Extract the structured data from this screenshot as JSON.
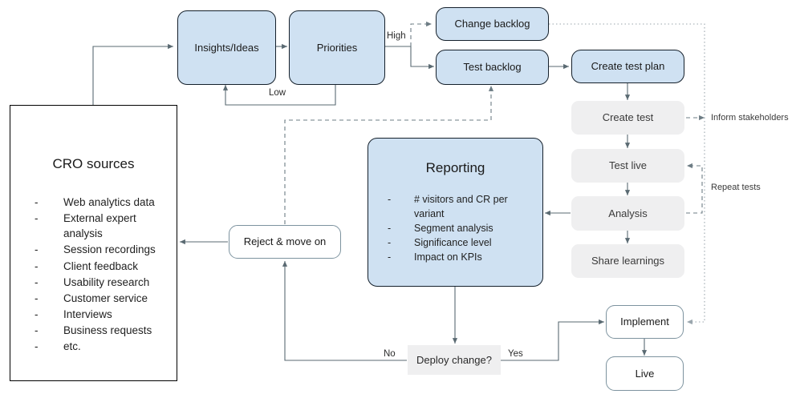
{
  "diagram": {
    "title": "CRO / experimentation process flow",
    "colors": {
      "blue_fill": "#cfe1f2",
      "blue_stroke": "#15202b",
      "gray_fill": "#efeff0",
      "white_fill": "#ffffff",
      "white_round_stroke": "#7d939f",
      "line": "#5a6a72",
      "text": "#1a1a1a"
    },
    "nodes": {
      "cro_sources": {
        "title": "CRO sources",
        "items": [
          "Web analytics data",
          "External expert analysis",
          "Session recordings",
          "Client feedback",
          "Usability research",
          "Customer service",
          "Interviews",
          "Business requests",
          "etc."
        ]
      },
      "insights_ideas": {
        "label": "Insights/Ideas"
      },
      "priorities": {
        "label": "Priorities"
      },
      "change_backlog": {
        "label": "Change backlog"
      },
      "test_backlog": {
        "label": "Test backlog"
      },
      "create_test_plan": {
        "label": "Create test plan"
      },
      "create_test": {
        "label": "Create test"
      },
      "test_live": {
        "label": "Test live"
      },
      "analysis": {
        "label": "Analysis"
      },
      "share_learnings": {
        "label": "Share learnings"
      },
      "reporting": {
        "title": "Reporting",
        "items": [
          "# visitors and CR per variant",
          "Segment analysis",
          "Significance level",
          "Impact on KPIs"
        ]
      },
      "reject_move_on": {
        "label": "Reject & move on"
      },
      "deploy_change": {
        "label": "Deploy change?"
      },
      "implement": {
        "label": "Implement"
      },
      "live": {
        "label": "Live"
      }
    },
    "edge_labels": {
      "high": "High",
      "low": "Low",
      "no": "No",
      "yes": "Yes",
      "inform_stakeholders": "Inform stakeholders",
      "repeat_tests": "Repeat tests"
    }
  }
}
